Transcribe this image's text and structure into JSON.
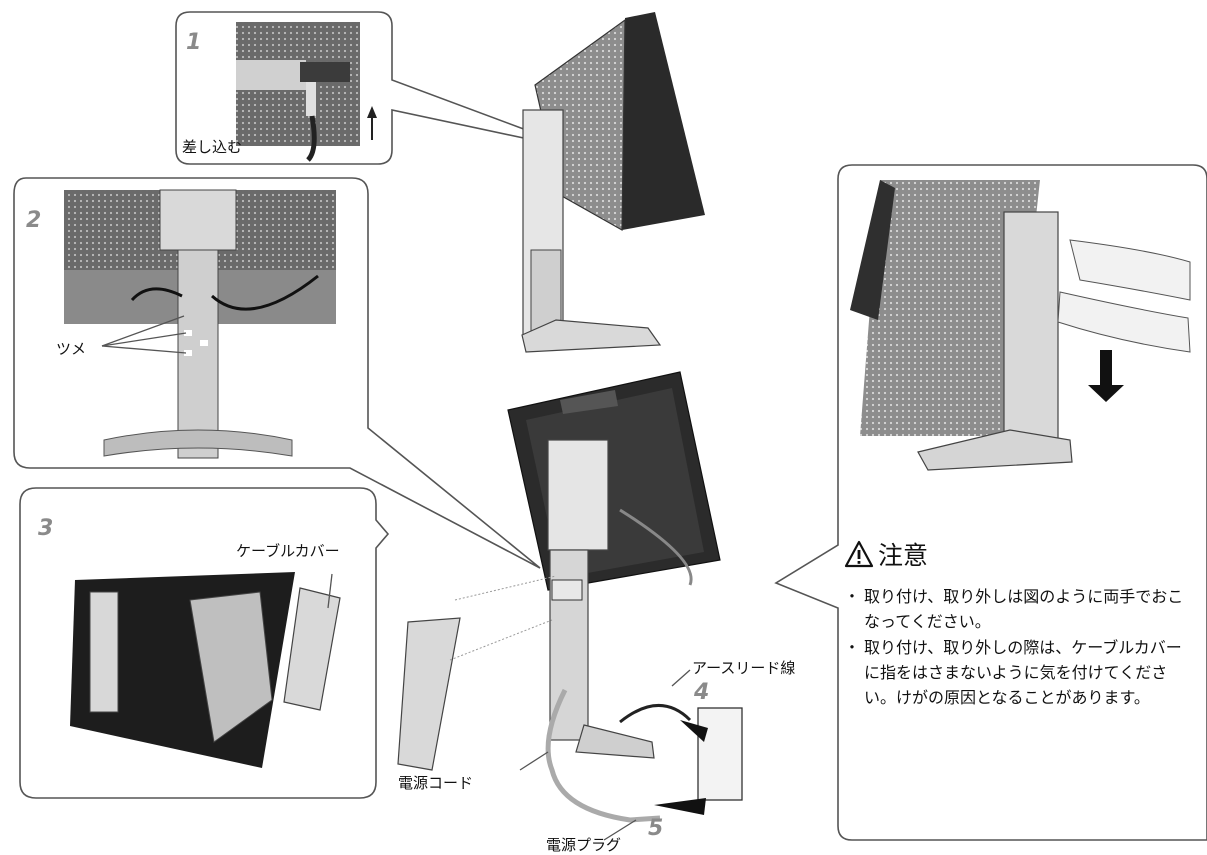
{
  "steps": {
    "s1": {
      "number": "1",
      "label": "差し込む"
    },
    "s2": {
      "number": "2",
      "label": "ツメ"
    },
    "s3": {
      "number": "3",
      "label": "ケーブルカバー"
    },
    "s4": {
      "number": "4",
      "label": "アースリード線"
    },
    "s5": {
      "number": "5",
      "label": "電源プラグ"
    }
  },
  "power_cord_label": "電源コード",
  "caution": {
    "icon": "warning-triangle-icon",
    "title": "注意",
    "items": [
      "取り付け、取り外しは図のように両手でおこなってください。",
      "取り付け、取り外しの際は、ケーブルカバーに指をはさまないように気を付けてください。けがの原因となることがあります。"
    ],
    "bullet": "・"
  },
  "colors": {
    "line": "#555555",
    "dark_panel": "#3a3a3a",
    "mid_gray": "#8c8c8c",
    "light_gray": "#d4d4d4",
    "step_number": "#8a8a8a"
  }
}
